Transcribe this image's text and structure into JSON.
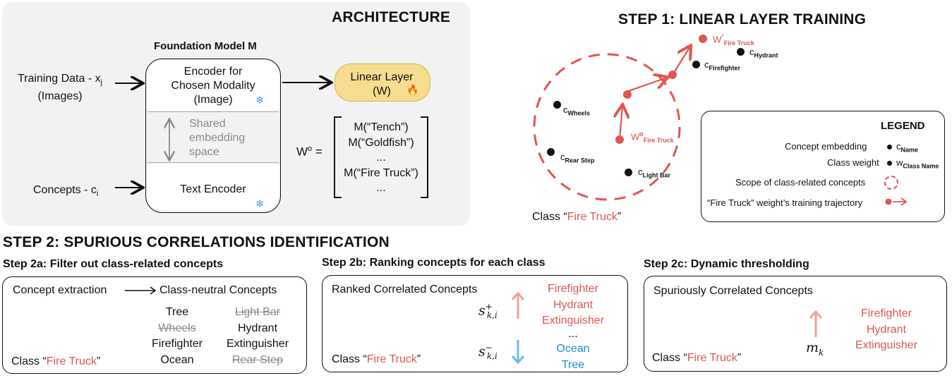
{
  "architecture": {
    "title": "ARCHITECTURE",
    "model_label": "Foundation Model M",
    "training_data_line1": "Training Data - x",
    "training_data_sub": "j",
    "training_data_line2": "(Images)",
    "encoder_line1": "Encoder for",
    "encoder_line2": "Chosen Modality",
    "encoder_line3": "(Image)",
    "shared_line1": "Shared",
    "shared_line2": "embedding",
    "shared_line3": "space",
    "text_encoder": "Text Encoder",
    "concepts_prefix": "Concepts - c",
    "concepts_sub": "i",
    "linear_line1": "Linear Layer",
    "linear_line2": "(W)",
    "w0_label": "W",
    "w0_sup": "o",
    "w0_eq": " =",
    "matrix": [
      "M(“Tench”)",
      "M(“Goldfish”)",
      "...",
      "M(“Fire Truck”)",
      "..."
    ]
  },
  "step1": {
    "title": "STEP 1: LINEAR LAYER TRAINING",
    "points": {
      "w_star": "W",
      "w_star_sup": "*",
      "w_star_sub": "Fire Truck",
      "hydrant": "c",
      "hydrant_sub": "Hydrant",
      "firefighter": "c",
      "firefighter_sub": "Firefighter",
      "wheels": "c",
      "wheels_sub": "Wheels",
      "w0": "W",
      "w0_sup": "o",
      "w0_sub": "Fire Truck",
      "rear_step": "c",
      "rear_step_sub": "Rear Step",
      "light_bar": "c",
      "light_bar_sub": "Light Bar"
    },
    "class_prefix": "Class “",
    "class_name": "Fire Truck",
    "class_suffix": "”",
    "legend": {
      "title": "LEGEND",
      "concept_embedding": "Concept embedding",
      "concept_embedding_sym": "c",
      "concept_embedding_sub": "Name",
      "class_weight": "Class weight",
      "class_weight_sym": "w",
      "class_weight_sub": "Class Name",
      "scope": "Scope of class-related concepts",
      "trajectory": "“Fire Truck” weight’s training trajectory"
    }
  },
  "step2": {
    "title": "STEP 2: SPURIOUS CORRELATIONS IDENTIFICATION",
    "a": {
      "title": "Step 2a: Filter out class-related concepts",
      "extraction": "Concept extraction",
      "neutral": "Class-neutral Concepts",
      "left_col": [
        "Tree",
        "Wheels",
        "Firefighter",
        "Ocean"
      ],
      "right_col": [
        "Light Bar",
        "Hydrant",
        "Extinguisher",
        "Rear Step"
      ],
      "class_prefix": "Class “",
      "class_name": "Fire Truck",
      "class_suffix": "”"
    },
    "b": {
      "title": "Step 2b: Ranking concepts for each class",
      "heading": "Ranked Correlated Concepts",
      "s_plus": "s",
      "s_plus_sup": "+",
      "s_plus_sub": "k,i",
      "s_minus": "s",
      "s_minus_sup": "−",
      "s_minus_sub": "k,i",
      "top": [
        "Firefighter",
        "Hydrant",
        "Extinguisher"
      ],
      "ellipsis": "...",
      "bottom": [
        "Ocean",
        "Tree"
      ],
      "class_prefix": "Class “",
      "class_name": "Fire Truck",
      "class_suffix": "”"
    },
    "c": {
      "title": "Step 2c: Dynamic thresholding",
      "heading": "Spuriously Correlated Concepts",
      "m": "m",
      "m_sub": "k",
      "concepts": [
        "Firefighter",
        "Hydrant",
        "Extinguisher"
      ],
      "class_prefix": "Class “",
      "class_name": "Fire Truck",
      "class_suffix": "”"
    }
  },
  "colors": {
    "accent_red": "#e0554f",
    "accent_blue": "#1a8fd8",
    "linear_fill": "#f6dc8e",
    "panel_grey": "#f2f2f2"
  }
}
